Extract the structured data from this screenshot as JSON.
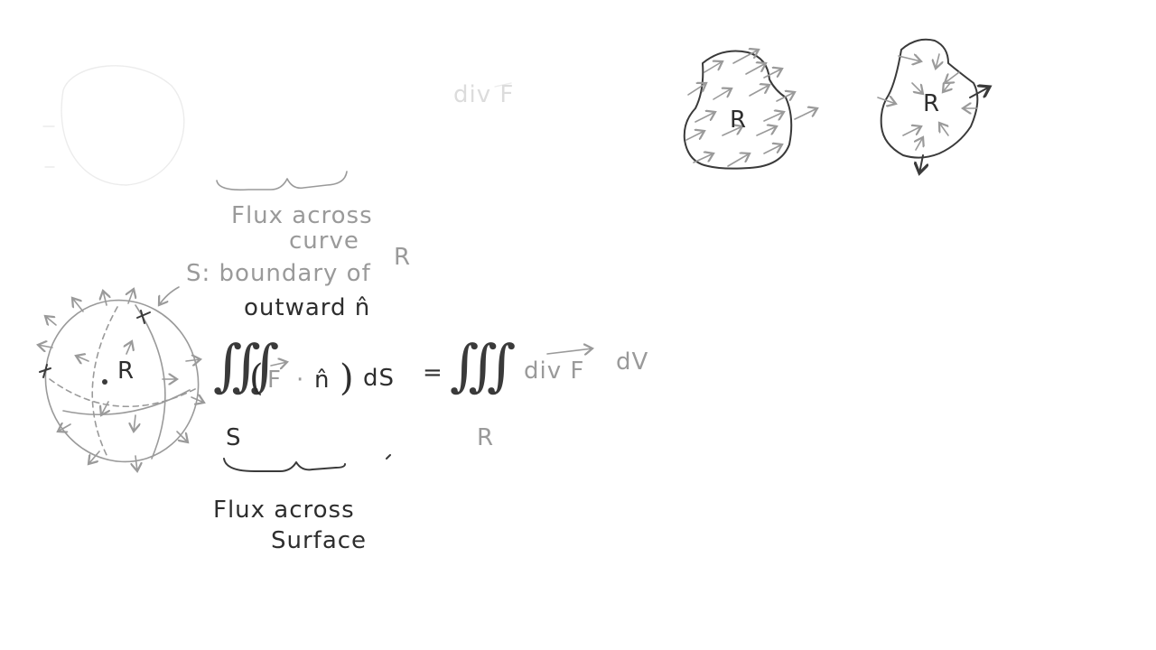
{
  "top_faded": {
    "div_f": "div F"
  },
  "top_left": {
    "brace_label_line1": "Flux across",
    "brace_label_line2": "curve"
  },
  "boundary": {
    "label": "S: boundary of",
    "region": "R",
    "normal": "outward n̂"
  },
  "equation": {
    "surface_integral": "∭",
    "lhs_open": "(",
    "lhs_F": "F",
    "lhs_dot": "·",
    "lhs_n": "n̂",
    "lhs_close": ")",
    "lhs_dS": "dS",
    "lhs_sub": "S",
    "equals": "=",
    "volume_integral": "∭",
    "rhs_div_F": "div F",
    "rhs_dV": "dV",
    "rhs_sub": "R",
    "brace_label_line1": "Flux across",
    "brace_label_line2": "Surface"
  },
  "sphere": {
    "region": "R"
  },
  "blobs": {
    "left_region": "R",
    "right_region": "R"
  }
}
